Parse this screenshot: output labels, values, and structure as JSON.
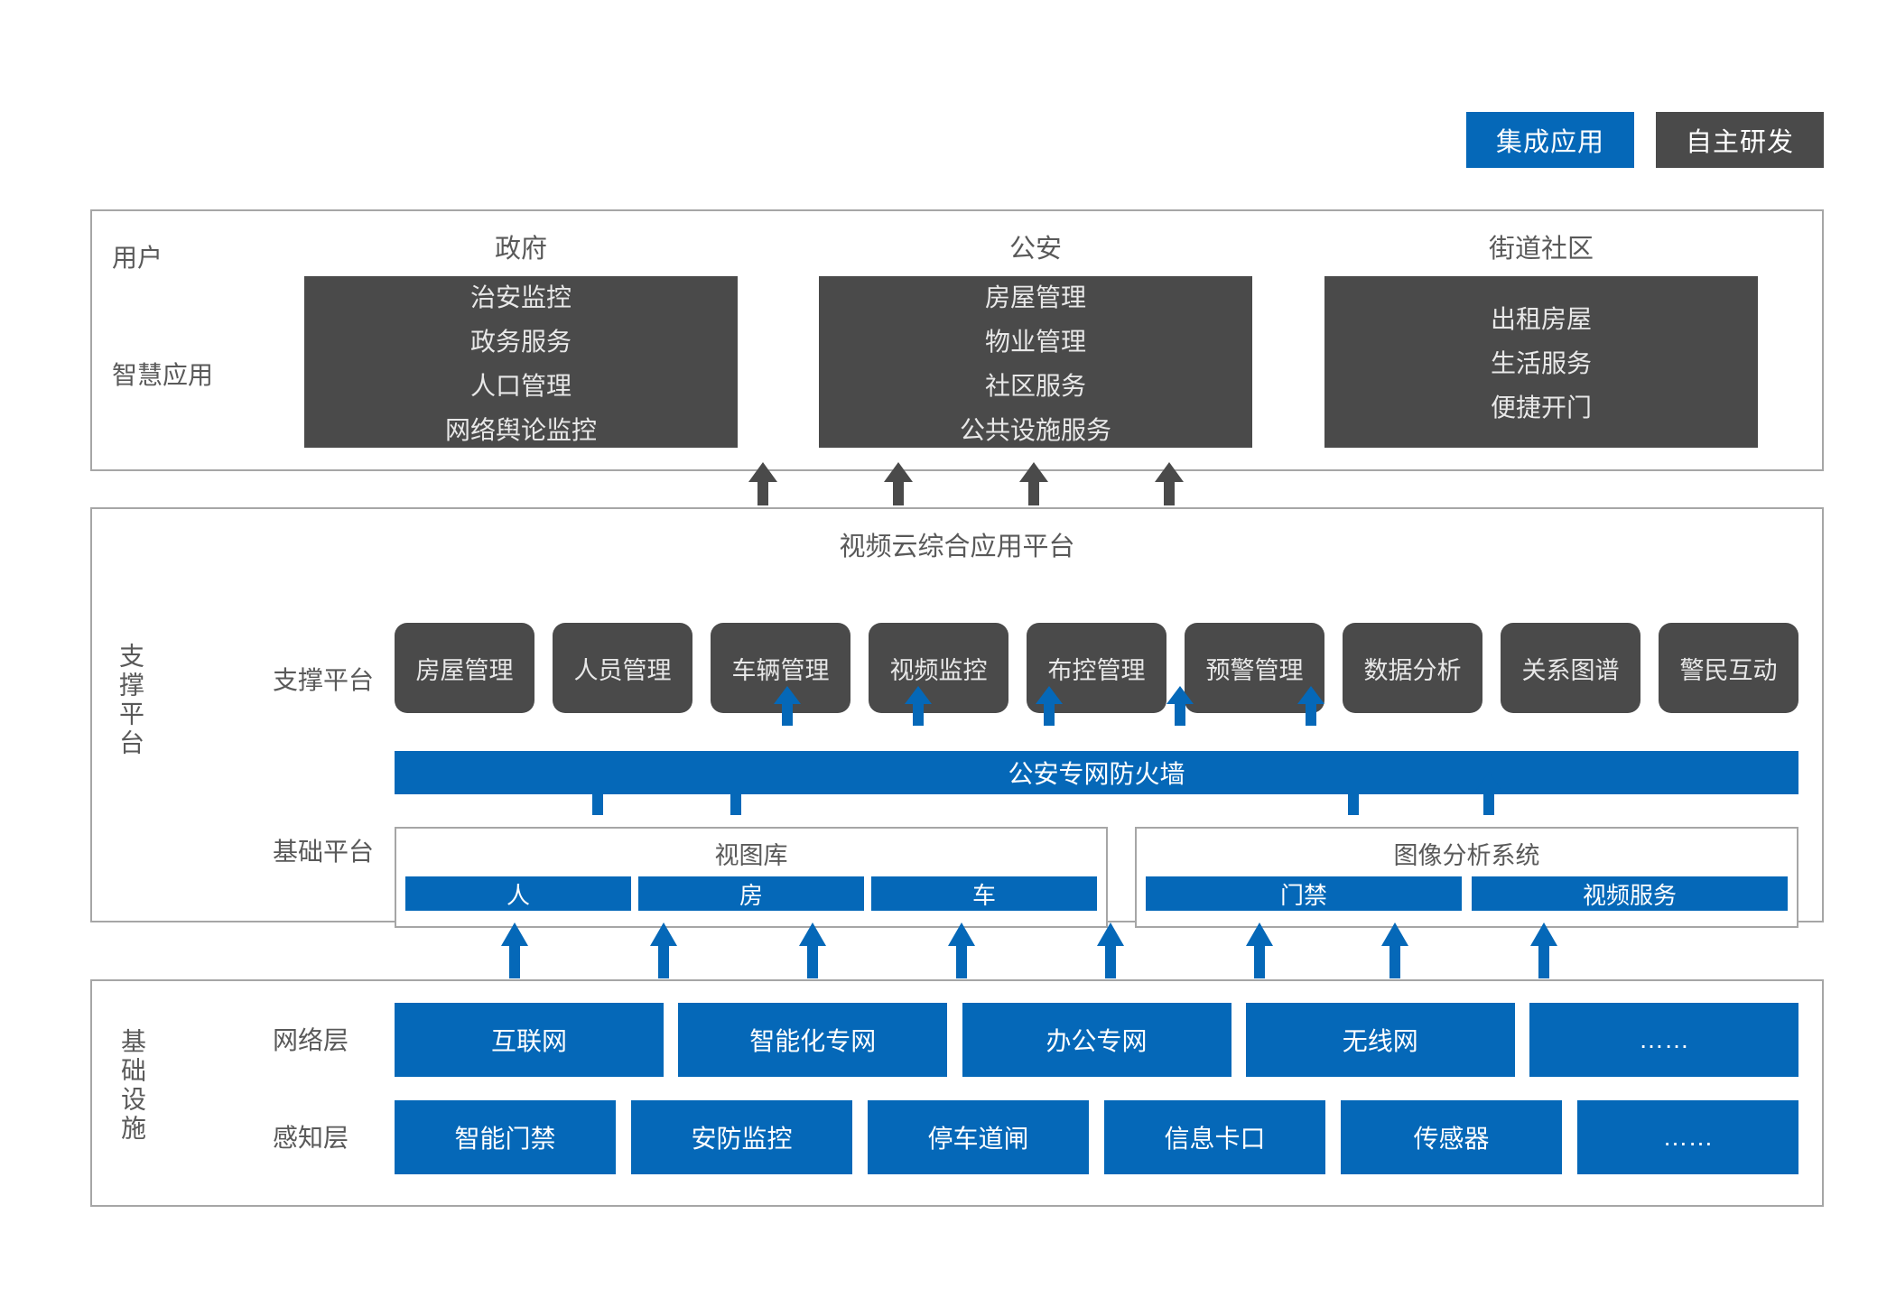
{
  "legend": {
    "items": [
      {
        "label": "集成应用",
        "color": "#0568b8"
      },
      {
        "label": "自主研发",
        "color": "#4a4a4a"
      }
    ]
  },
  "application_layer": {
    "row_labels": {
      "user": "用户",
      "smart_app": "智慧应用"
    },
    "columns": [
      {
        "title": "政府",
        "items": [
          "治安监控",
          "政务服务",
          "人口管理",
          "网络舆论监控"
        ]
      },
      {
        "title": "公安",
        "items": [
          "房屋管理",
          "物业管理",
          "社区服务",
          "公共设施服务"
        ]
      },
      {
        "title": "街道社区",
        "items": [
          "出租房屋",
          "生活服务",
          "便捷开门"
        ]
      }
    ]
  },
  "platform_layer": {
    "title": "视频云综合应用平台",
    "side_label": "支撑平台",
    "support_label": "支撑平台",
    "base_label": "基础平台",
    "support_items": [
      "房屋管理",
      "人员管理",
      "车辆管理",
      "视频监控",
      "布控管理",
      "预警管理",
      "数据分析",
      "关系图谱",
      "警民互动"
    ],
    "firewall": "公安专网防火墙",
    "base_groups": [
      {
        "title": "视图库",
        "items": [
          "人",
          "房",
          "车"
        ]
      },
      {
        "title": "图像分析系统",
        "items": [
          "门禁",
          "视频服务"
        ]
      }
    ]
  },
  "infrastructure_layer": {
    "side_label": "基础设施",
    "rows": [
      {
        "label": "网络层",
        "items": [
          "互联网",
          "智能化专网",
          "办公专网",
          "无线网",
          "……"
        ]
      },
      {
        "label": "感知层",
        "items": [
          "智能门禁",
          "安防监控",
          "停车道闸",
          "信息卡口",
          "传感器",
          "……"
        ]
      }
    ]
  },
  "colors": {
    "blue": "#0568b8",
    "dark_gray": "#4a4a4a",
    "border": "#a6a6a6",
    "text": "#595959"
  }
}
